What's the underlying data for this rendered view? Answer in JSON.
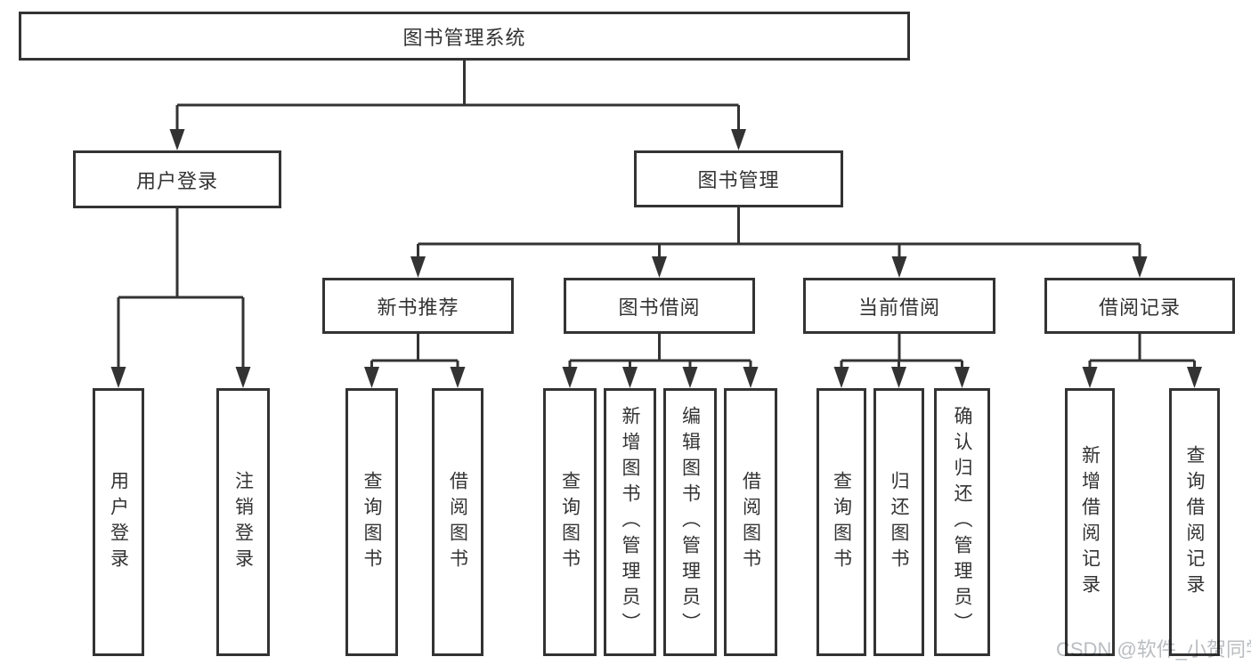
{
  "colors": {
    "line": "#333333",
    "text": "#333333",
    "watermark_color": "#b9bdc1",
    "background": "#ffffff"
  },
  "tree": {
    "root": {
      "label": "图书管理系统"
    },
    "level1": [
      {
        "label": "用户登录",
        "leaves": [
          "用户登录",
          "注销登录"
        ]
      },
      {
        "label": "图书管理",
        "groups": [
          {
            "label": "新书推荐",
            "leaves": [
              "查询图书",
              "借阅图书"
            ]
          },
          {
            "label": "图书借阅",
            "leaves": [
              "查询图书",
              "新增图书（管理员）",
              "编辑图书（管理员）",
              "借阅图书"
            ]
          },
          {
            "label": "当前借阅",
            "leaves": [
              "查询图书",
              "归还图书",
              "确认归还（管理员）"
            ]
          },
          {
            "label": "借阅记录",
            "leaves": [
              "新增借阅记录",
              "查询借阅记录"
            ]
          }
        ]
      }
    ]
  },
  "watermark": {
    "text": "CSDN @软件_小贺同学"
  }
}
